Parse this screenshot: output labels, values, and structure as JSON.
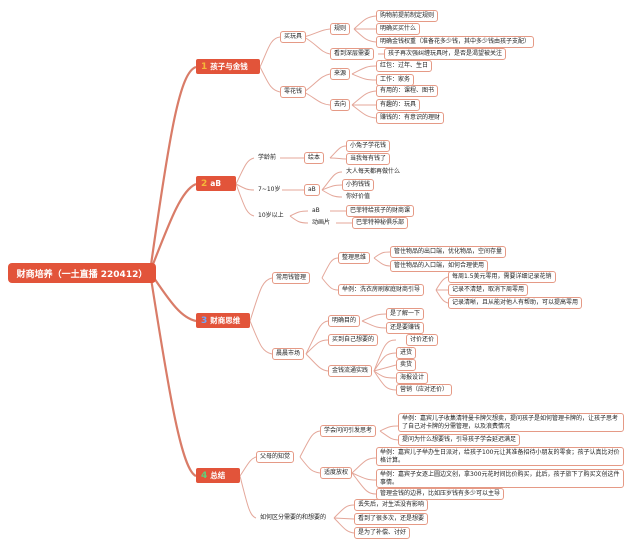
{
  "colors": {
    "root_fill": "#e2543a",
    "branch_line": "#d97c68",
    "node_border": "#e59a86"
  },
  "mindmap": {
    "root": {
      "title": "财商培养（一土直播 220412）"
    },
    "main": [
      {
        "index": "1",
        "label": "孩子与金钱",
        "index_color": "#f5b938"
      },
      {
        "index": "2",
        "label": "aB",
        "index_color": "#f5b938"
      },
      {
        "index": "3",
        "label": "财商思维",
        "index_color": "#6fa8ff"
      },
      {
        "index": "4",
        "label": "总结",
        "index_color": "#5fd07a"
      }
    ],
    "b1": {
      "toy": "买玩具",
      "rules": "规则",
      "r1": "购物前提前制定规则",
      "r2": "明确买买什么",
      "r3": "明确金钱权重（准备花多少钱，其中多少钱由孩子支配）",
      "see": "看到深层需要",
      "see1": "孩子再次强纠缠玩具时，是否是渴望被关注",
      "pocket": "零花钱",
      "src": "来源",
      "src1": "红包：过年、生日",
      "src2": "工作：家务",
      "dest": "去向",
      "dest1": "有用的：课程、图书",
      "dest2": "有趣的：玩具",
      "dest3": "赚钱的：有意识的理财"
    },
    "b2": {
      "pre": "学龄前",
      "pic": "绘本",
      "pic1": "小兔子学花钱",
      "pic2": "当我每有钱了",
      "age710": "7~10岁",
      "ab": "aB",
      "ab1": "大人每天都再做什么",
      "ab2": "小狗钱钱",
      "ab3": "你好价值",
      "age10": "10岁以上",
      "ab_b": "aB",
      "ab_b1": "巴菲特给孩子的财商课",
      "anim": "动画片",
      "anim1": "巴菲特神秘俱乐部"
    },
    "b3": {
      "common": "常用钱管理",
      "org": "整理思维",
      "org1": "管住物品的出口端，优化物品，空间存量",
      "org2": "管住物品的入口端，如何合理使用",
      "ex": "举例：洗衣房刷家庭财商引导",
      "ex1": "每周1.5美元零用，需要详细记录花销",
      "ex2": "记录不清楚，取消下周零用",
      "ex3": "记录清晰，且从能对他人有帮助，可以提高零用",
      "mkt": "晨晨市场",
      "goal": "明确目的",
      "goal1": "是了解一下",
      "goal2": "还是要赚钱",
      "buy": "买到自己想要的",
      "flow": "金钱流通实践",
      "flow0": "讨价还价",
      "flow1": "进货",
      "flow2": "卖货",
      "flow3": "海报设计",
      "flow4": "营销（应对还价）"
    },
    "b4": {
      "parent": "父母的知觉",
      "learn": "学会问问引发思考",
      "learn1": "举例：嘉宾儿子收集清特曼卡牌欠想卖，提问孩子是如何管理卡牌的，让孩子思考了自己对卡牌的分需管理，以及浪费情况",
      "learn2": "提问为什么想要钱，引导孩子学会延迟满足",
      "delay": "适度放权",
      "delay1": "举例：嘉宾儿子举办生日派对，给孩子100元让其准备招待小朋友的零食；孩子认真比对价格计算。",
      "delay2": "举例：嘉宾子女逐上圆边文创，拿300元花时间比价购买，此后，孩子旅下了购买文创这件事情。",
      "delay3": "管理金钱的边界，比如压岁钱有多少可以主导",
      "diff": "如何区分需要的和想要的",
      "diff1": "丢失后，对生活没有影响",
      "diff2": "看到了很多次，还是想要",
      "diff3": "是为了补偿、讨好"
    }
  }
}
